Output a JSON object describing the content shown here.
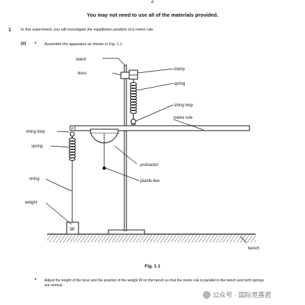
{
  "page": {
    "number": "2",
    "notice": "You may not need to use all of the materials provided."
  },
  "question": {
    "number": "1",
    "intro": "In this experiment, you will investigate the equilibrium position of a metre rule.",
    "part_a": {
      "label": "(a)",
      "bullet": "•",
      "instruction": "Assemble the apparatus as shown in Fig. 1.1."
    }
  },
  "figure": {
    "caption": "Fig. 1.1",
    "labels": {
      "stand": "stand",
      "boss": "boss",
      "clamp": "clamp",
      "spring_right": "spring",
      "string_loop_right": "string loop",
      "metre_rule": "metre rule",
      "string_loop_left": "string loop",
      "spring_left": "spring",
      "protractor": "protractor",
      "plumb_line": "plumb-line",
      "string": "string",
      "weight": "weight",
      "weight_letter": "W",
      "pivot_letter": "P",
      "bench": "bench"
    }
  },
  "instruction2": {
    "bullet": "•",
    "text": "Adjust the height of the boss and the position of the weight W on the bench so that the metre rule is parallel to the bench and both springs are vertical."
  },
  "watermark": {
    "text": "公众号 · 国际竞赛君"
  }
}
